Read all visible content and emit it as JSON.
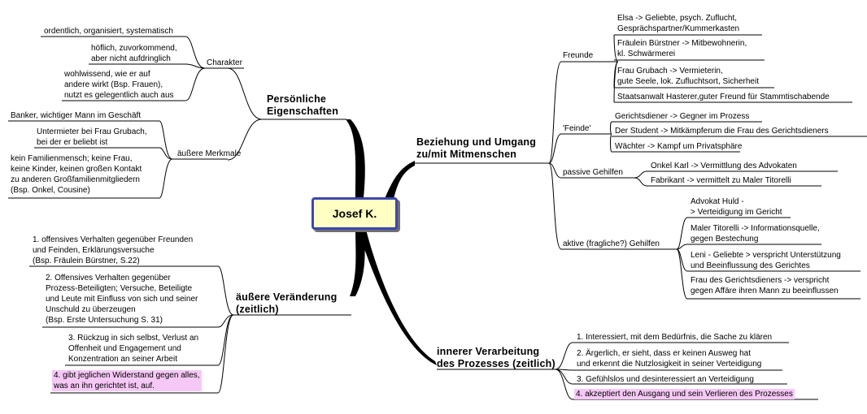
{
  "center": "Josef K.",
  "branches": {
    "persoenlich": {
      "label": [
        "Persönliche",
        "Eigenschaften"
      ],
      "charakter": {
        "label": "Charakter",
        "items": [
          [
            "ordentlich, organisiert, systematisch"
          ],
          [
            "höflich, zuvorkommend,",
            "aber nicht aufdringlich"
          ],
          [
            "wohlwissend, wie er auf",
            "andere wirkt (Bsp. Frauen),",
            "nutzt es gelegentlich auch aus"
          ]
        ]
      },
      "merkmale": {
        "label": "äußere Merkmale",
        "items": [
          [
            "Banker, wichtiger Mann im Geschäft"
          ],
          [
            "Untermieter bei Frau Grubach,",
            "bei der er beliebt ist"
          ],
          [
            "kein Familienmensch; keine Frau,",
            "keine Kinder, keinen großen Kontakt",
            "zu anderen Großfamilienmitgliedern",
            "(Bsp. Onkel, Cousine)"
          ]
        ]
      }
    },
    "veraenderung": {
      "label": [
        "äußere Veränderung",
        "(zeitlich)"
      ],
      "items": [
        [
          "1. offensives Verhalten gegenüber Freunden",
          "und Feinden, Erklärungsversuche",
          "(Bsp. Fräulein Bürstner, S.22)"
        ],
        [
          "2. Offensives Verhalten gegenüber",
          "Prozess-Beteiligten; Versuche, Beteiligte",
          "und Leute mit Einfluss von sich und seiner",
          "Unschuld zu überzeugen",
          "(Bsp. Erste Untersuchung S. 31)"
        ],
        [
          "3. Rückzug in sich selbst, Verlust an",
          "Offenheit und Engagement und",
          "Konzentration an seiner Arbeit"
        ],
        [
          "4. gibt jeglichen Widerstand gegen alles,",
          "was an ihn gerichtet ist, auf."
        ]
      ]
    },
    "beziehung": {
      "label": [
        "Beziehung und Umgang",
        "zu/mit Mitmenschen"
      ],
      "freunde": {
        "label": "Freunde",
        "items": [
          [
            "Elsa -> Geliebte, psych. Zuflucht,",
            "Gesprächspartner/Kummerkasten"
          ],
          [
            "Fräulein Bürstner -> Mitbewohnerin,",
            "kl. Schwärmerei"
          ],
          [
            "Frau Grubach -> Vermieterin,",
            "gute Seele, lok. Zufluchtsort, Sicherheit"
          ],
          [
            "Staatsanwalt Hasterer,guter Freund für Stammtischabende"
          ]
        ]
      },
      "feinde": {
        "label": "'Feinde'",
        "items": [
          [
            "Gerichtsdiener -> Gegner im Prozess"
          ],
          [
            "Der Student -> Mitkämpferum die Frau des Gerichtsdieners"
          ],
          [
            "Wächter -> Kampf um Privatsphäre"
          ]
        ]
      },
      "passiv": {
        "label": "passive Gehilfen",
        "items": [
          [
            "Onkel Karl -> Vermittlung des Advokaten"
          ],
          [
            "Fabrikant -> vermittelt zu Maler Titorelli"
          ]
        ]
      },
      "aktiv": {
        "label": "aktive (fragliche?) Gehilfen",
        "items": [
          [
            "Advokat Huld -",
            "> Verteidigung im Gericht"
          ],
          [
            "Maler Titorelli -> Informationsquelle,",
            "gegen Bestechung"
          ],
          [
            "Leni - Geliebte > verspricht Unterstützung",
            "und Beeinflussung des Gerichtes"
          ],
          [
            "Frau des Gerichtsdieners -> verspricht",
            "gegen Affäre ihren Mann zu beeinflussen"
          ]
        ]
      }
    },
    "verarbeitung": {
      "label": [
        "innerer Verarbeitung",
        "des Prozesses (zeitlich)"
      ],
      "items": [
        [
          "1. Interessiert, mit dem Bedürfnis, die Sache zu klären"
        ],
        [
          "2. Ärgerlich, er sieht, dass er keinen Ausweg hat",
          "und erkennt die Nutzlosigkeit in seiner Verteidigung"
        ],
        [
          "3. Gefühlslos und desinteressiert an Verteidigung"
        ],
        [
          "4. akzeptiert den Ausgang und sein Verlieren des Prozesses"
        ]
      ]
    }
  },
  "highlight_color": "#f6c8f6",
  "center_border_color": "#3c47b0",
  "center_fill_color": "#ffffc4"
}
